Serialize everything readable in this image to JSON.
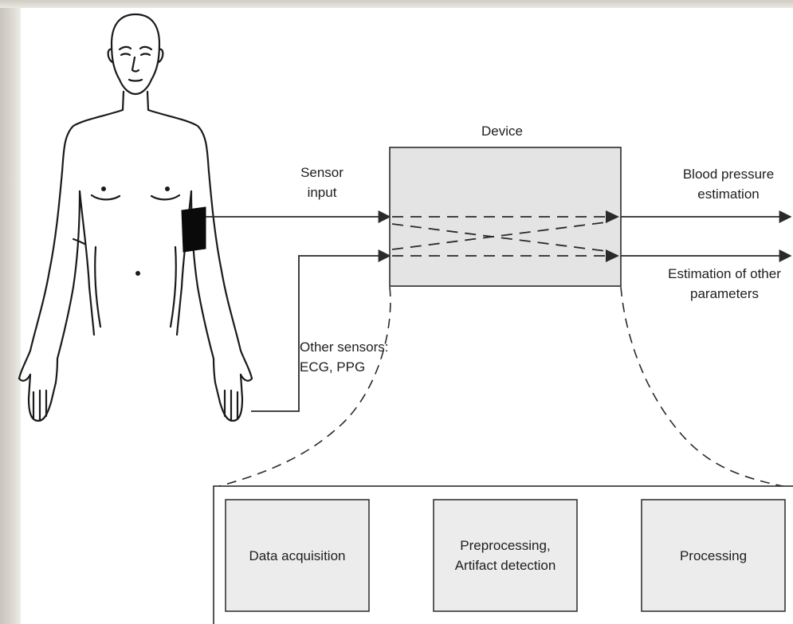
{
  "diagram": {
    "device_label": "Device",
    "sensor_input_label": "Sensor\ninput",
    "other_sensors_label": "Other sensors:\nECG, PPG",
    "bp_output_label": "Blood pressure\nestimation",
    "other_output_label": "Estimation of other\nparameters",
    "stages": [
      {
        "label": "Data acquisition"
      },
      {
        "label": "Preprocessing,\nArtifact detection"
      },
      {
        "label": "Processing"
      }
    ]
  },
  "colors": {
    "line": "#2a2a2a",
    "device_fill": "#e4e4e4",
    "cuff": "#0a0a0a"
  }
}
